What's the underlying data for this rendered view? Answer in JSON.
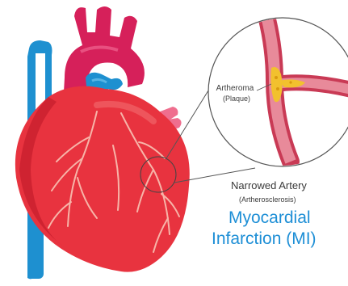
{
  "labels": {
    "plaque_name": "Artheroma",
    "plaque_sub": "(Plaque)",
    "artery_title": "Narrowed Artery",
    "artery_sub": "(Artherosclerosis)",
    "condition_line1": "Myocardial",
    "condition_line2": "Infarction (MI)"
  },
  "colors": {
    "heart_red": "#e8333f",
    "aorta_pink": "#d6205a",
    "vein_blue": "#1e90d0",
    "artery_line": "#f7b4a8",
    "plaque_yellow": "#f2c12e",
    "title_blue": "#1e8fd6"
  },
  "icons": [
    "heart-illustration",
    "magnifier-circle",
    "artery-closeup"
  ]
}
